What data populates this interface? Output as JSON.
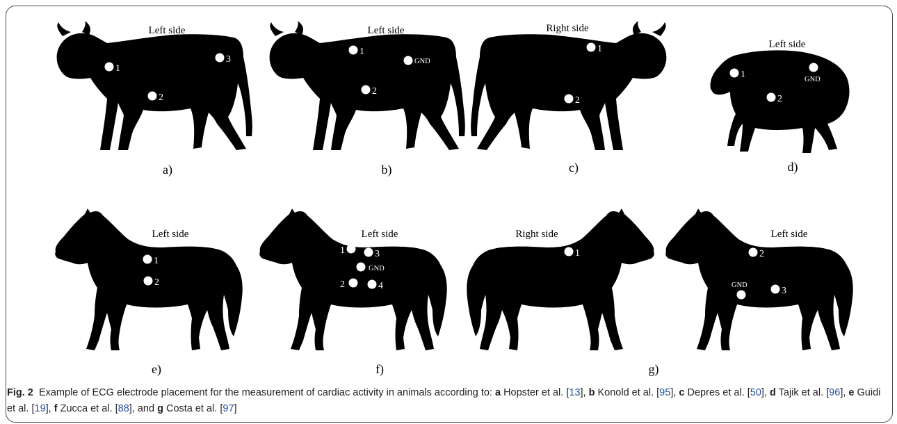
{
  "panels": [
    {
      "id": "a",
      "letter": "a)",
      "side": "Left side",
      "electrodes": [
        {
          "label": "1"
        },
        {
          "label": "2"
        },
        {
          "label": "3"
        }
      ]
    },
    {
      "id": "b",
      "letter": "b)",
      "side": "Left side",
      "electrodes": [
        {
          "label": "1"
        },
        {
          "label": "GND"
        },
        {
          "label": "2"
        }
      ]
    },
    {
      "id": "c",
      "letter": "c)",
      "side": "Right side",
      "electrodes": [
        {
          "label": "1"
        },
        {
          "label": "2"
        }
      ]
    },
    {
      "id": "d",
      "letter": "d)",
      "side": "Left side",
      "electrodes": [
        {
          "label": "1"
        },
        {
          "label": "GND"
        },
        {
          "label": "2"
        }
      ]
    },
    {
      "id": "e",
      "letter": "e)",
      "side": "Left side",
      "electrodes": [
        {
          "label": "1"
        },
        {
          "label": "2"
        }
      ]
    },
    {
      "id": "f",
      "letter": "f)",
      "side": "Left side",
      "electrodes": [
        {
          "label": "1"
        },
        {
          "label": "3"
        },
        {
          "label": "GND"
        },
        {
          "label": "2"
        },
        {
          "label": "4"
        }
      ]
    },
    {
      "id": "g1",
      "letter": "",
      "side": "Right side",
      "electrodes": [
        {
          "label": "1"
        }
      ]
    },
    {
      "id": "g2",
      "letter": "",
      "side": "Left side",
      "electrodes": [
        {
          "label": "2"
        },
        {
          "label": "GND"
        },
        {
          "label": "3"
        }
      ]
    }
  ],
  "group_label_g": "g)",
  "caption": {
    "figure_label": "Fig. 2",
    "text_parts": [
      {
        "t": "Example of ECG electrode placement for the measurement of cardiac activity in animals according to: "
      },
      {
        "t": "a",
        "b": true
      },
      {
        "t": " Hopster et al. ["
      },
      {
        "t": "13",
        "ref": true
      },
      {
        "t": "], "
      },
      {
        "t": "b",
        "b": true
      },
      {
        "t": " Konold et al. ["
      },
      {
        "t": "95",
        "ref": true
      },
      {
        "t": "], "
      },
      {
        "t": "c",
        "b": true
      },
      {
        "t": " Depres et al. ["
      },
      {
        "t": "50",
        "ref": true
      },
      {
        "t": "], "
      },
      {
        "t": "d",
        "b": true
      },
      {
        "t": " Tajik et al. ["
      },
      {
        "t": "96",
        "ref": true
      },
      {
        "t": "], "
      },
      {
        "t": "e",
        "b": true
      },
      {
        "t": " Guidi et al. ["
      },
      {
        "t": "19",
        "ref": true
      },
      {
        "t": "], "
      },
      {
        "t": "f",
        "b": true
      },
      {
        "t": " Zucca et al. ["
      },
      {
        "t": "88",
        "ref": true
      },
      {
        "t": "], and "
      },
      {
        "t": "g",
        "b": true
      },
      {
        "t": " Costa et al. ["
      },
      {
        "t": "97",
        "ref": true
      },
      {
        "t": "]"
      }
    ]
  }
}
